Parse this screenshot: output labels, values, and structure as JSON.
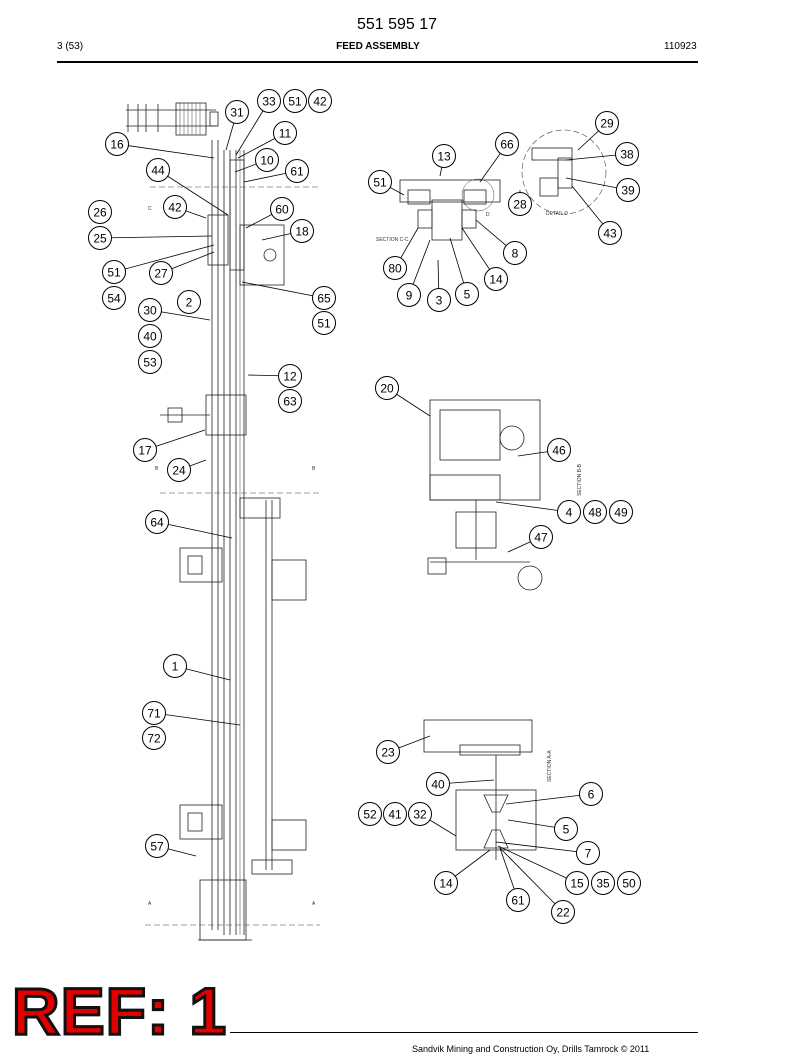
{
  "header": {
    "doc_number": "551 595 17",
    "page": "3 (53)",
    "title": "FEED ASSEMBLY",
    "date": "110923"
  },
  "footer": {
    "copyright": "Sandvik Mining and Construction Oy, Drills Tamrock © 2011",
    "ref_badge": "REF: 1"
  },
  "views": {
    "section_cc": "SECTION C-C",
    "detail_d": "DETAIL D",
    "d_mark": "D",
    "section_bb": "SECTION B-B",
    "section_aa": "SECTION A-A",
    "mark_c": "C",
    "mark_b": "B",
    "mark_a": "A"
  },
  "balloons": [
    "33",
    "51",
    "42",
    "31",
    "11",
    "16",
    "10",
    "61",
    "44",
    "42",
    "60",
    "26",
    "25",
    "18",
    "51",
    "27",
    "54",
    "30",
    "2",
    "65",
    "51",
    "40",
    "53",
    "12",
    "63",
    "17",
    "24",
    "64",
    "1",
    "71",
    "72",
    "57",
    "13",
    "66",
    "51",
    "80",
    "9",
    "3",
    "5",
    "14",
    "8",
    "29",
    "38",
    "39",
    "28",
    "43",
    "20",
    "46",
    "4",
    "48",
    "49",
    "47",
    "23",
    "40",
    "6",
    "52",
    "41",
    "32",
    "5",
    "7",
    "14",
    "15",
    "35",
    "50",
    "61",
    "22"
  ]
}
